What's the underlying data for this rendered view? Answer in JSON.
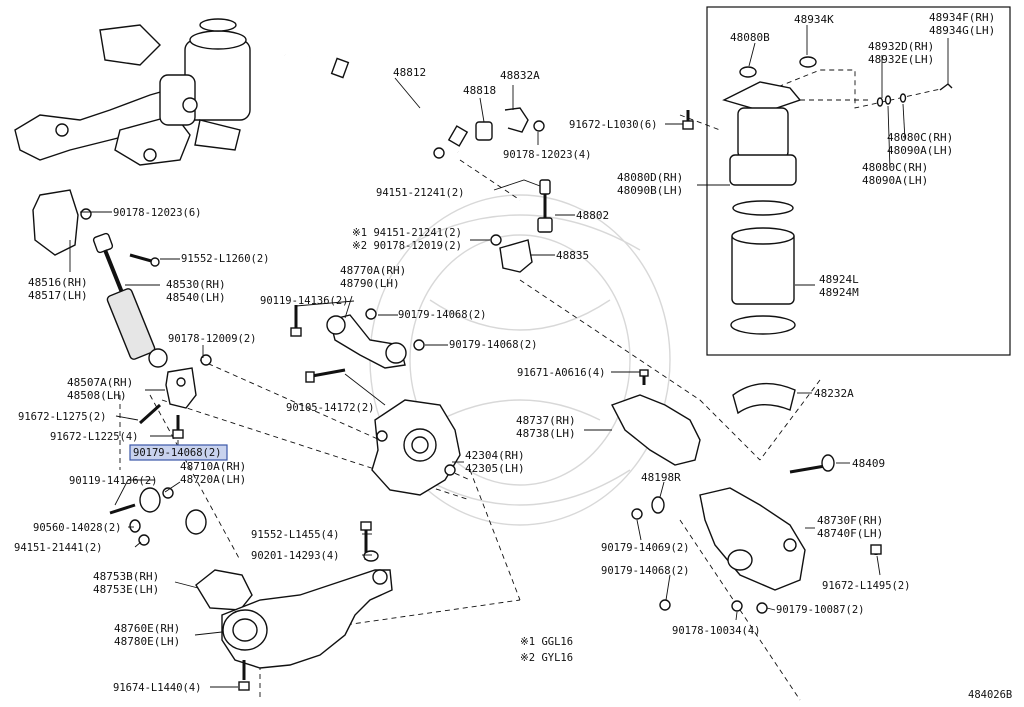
{
  "labels": {
    "p48812": "48812",
    "p48832A": "48832A",
    "p48818": "48818",
    "p90178_12023_4": "90178-12023(4)",
    "p94151_21241_2": "94151-21241(2)",
    "p48802": "48802",
    "p94151_21241_2b": "※1 94151-21241(2)",
    "p90178_12019_2": "※2 90178-12019(2)",
    "p48835": "48835",
    "p48770A": "48770A(RH)",
    "p48790": "48790(LH)",
    "p90119_14136_2": "90119-14136(2)",
    "p90179_14068_2a": "90179-14068(2)",
    "p90179_14068_2b": "90179-14068(2)",
    "p90105_14172_2": "90105-14172(2)",
    "p90178_12023_6": "90178-12023(6)",
    "p91552_L1260_2": "91552-L1260(2)",
    "p48516": "48516(RH)",
    "p48517": "48517(LH)",
    "p48530": "48530(RH)",
    "p48540": "48540(LH)",
    "p90178_12009_2": "90178-12009(2)",
    "p48507A": "48507A(RH)",
    "p48508": "48508(LH)",
    "p91672_L1275_2": "91672-L1275(2)",
    "p91672_L1225_4": "91672-L1225(4)",
    "p90179_14068_2_hl": "90179-14068(2)",
    "p48710A": "48710A(RH)",
    "p48720A": "48720A(LH)",
    "p90119_14136_2b": "90119-14136(2)",
    "p90560_14028_2": "90560-14028(2)",
    "p94151_21441_2": "94151-21441(2)",
    "p42304": "42304(RH)",
    "p42305": "42305(LH)",
    "p91552_L1455_4": "91552-L1455(4)",
    "p90201_14293_4": "90201-14293(4)",
    "p48753B": "48753B(RH)",
    "p48753E": "48753E(LH)",
    "p48760E": "48760E(RH)",
    "p48780E": "48780E(LH)",
    "p91674_L1440_4": "91674-L1440(4)",
    "note1": "※1 GGL16",
    "note2": "※2 GYL16",
    "p48080B": "48080B",
    "p48934K": "48934K",
    "p48934F": "48934F(RH)",
    "p48934G": "48934G(LH)",
    "p48932D": "48932D(RH)",
    "p48932E": "48932E(LH)",
    "p91672_L1030_6": "91672-L1030(6)",
    "p48080C_a": "48080C(RH)",
    "p48090A_a": "48090A(LH)",
    "p48080C_b": "48080C(RH)",
    "p48090A_b": "48090A(LH)",
    "p48080D": "48080D(RH)",
    "p48090B": "48090B(LH)",
    "p48924L": "48924L",
    "p48924M": "48924M",
    "p48232A": "48232A",
    "p91671_A0616_4": "91671-A0616(4)",
    "p48737": "48737(RH)",
    "p48738": "48738(LH)",
    "p48409": "48409",
    "p48198R": "48198R",
    "p48730F": "48730F(RH)",
    "p48740F": "48740F(LH)",
    "p90179_14069_2": "90179-14069(2)",
    "p91672_L1495_2": "91672-L1495(2)",
    "p90179_14068_2c": "90179-14068(2)",
    "p90179_10087_2": "90179-10087(2)",
    "p90178_10034_4": "90178-10034(4)",
    "diagram_id": "484026B"
  }
}
